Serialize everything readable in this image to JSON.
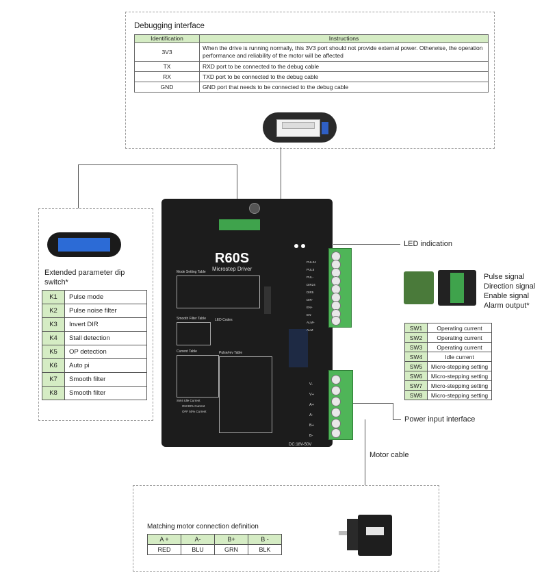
{
  "debug": {
    "title": "Debugging interface",
    "headers": [
      "Identification",
      "Instructions"
    ],
    "rows": [
      {
        "id": "3V3",
        "text": "When the drive is running normally, this 3V3 port should not provide external power. Otherwise, the operation performance and reliability of the motor will be affected"
      },
      {
        "id": "TX",
        "text": "RXD port to be connected to the debug cable"
      },
      {
        "id": "RX",
        "text": "TXD port to be connected to the debug cable"
      },
      {
        "id": "GND",
        "text": "GND port that needs to be connected to the debug cable"
      }
    ]
  },
  "dip": {
    "title": "Extended parameter dip switch*",
    "rows": [
      {
        "k": "K1",
        "v": "Pulse mode"
      },
      {
        "k": "K2",
        "v": "Pulse noise filter"
      },
      {
        "k": "K3",
        "v": "Invert DIR"
      },
      {
        "k": "K4",
        "v": "Stall  detection"
      },
      {
        "k": "K5",
        "v": "OP detection"
      },
      {
        "k": "K6",
        "v": "Auto pi"
      },
      {
        "k": "K7",
        "v": "Smooth filter"
      },
      {
        "k": "K8",
        "v": "Smooth filter"
      }
    ]
  },
  "right": {
    "led": "LED indication",
    "signals": [
      "Pulse signal",
      "Direction signal",
      "Enable signal",
      "Alarm output*"
    ],
    "power": "Power input interface",
    "motor_cable": "Motor cable"
  },
  "sw": [
    {
      "k": "SW1",
      "v": "Operating current"
    },
    {
      "k": "SW2",
      "v": "Operating current"
    },
    {
      "k": "SW3",
      "v": "Operating current"
    },
    {
      "k": "SW4",
      "v": "Idle current"
    },
    {
      "k": "SW5",
      "v": "Micro-stepping setting"
    },
    {
      "k": "SW6",
      "v": "Micro-stepping setting"
    },
    {
      "k": "SW7",
      "v": "Micro-stepping setting"
    },
    {
      "k": "SW8",
      "v": "Micro-stepping setting"
    }
  ],
  "driver": {
    "model": "R60S",
    "subtitle": "Microstep Driver",
    "mode_table_title": "Mode Setting Table",
    "smooth_table_title": "Smooth Filter Table",
    "current_table_title": "Current Table",
    "pulse_table_title": "Pulse/rev Table",
    "led_codes_title": "LED Codes",
    "idle_title": "SW4 Idle Current",
    "idle_on": "ON  90% Current",
    "idle_off": "OFF 50% Current",
    "voltage": "DC:18V-50V",
    "signal_pins": [
      "PUL24",
      "PUL5",
      "PUL-",
      "DIR24",
      "DIR5",
      "DIR-",
      "EN+",
      "EN-",
      "ALM+",
      "ALM-"
    ],
    "power_pins": [
      "V-",
      "V+",
      "A+",
      "A-",
      "B+",
      "B-"
    ]
  },
  "motor": {
    "title": "Matching motor connection definition",
    "headers": [
      "A +",
      "A-",
      "B+",
      "B -"
    ],
    "colors": [
      "RED",
      "BLU",
      "GRN",
      "BLK"
    ]
  }
}
